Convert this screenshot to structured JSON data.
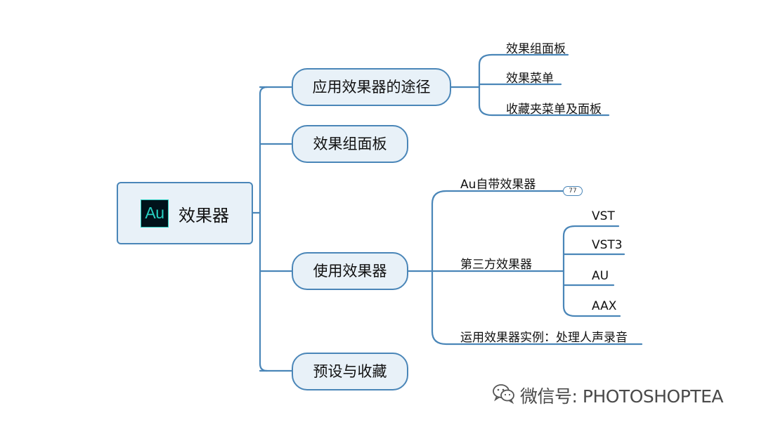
{
  "root": {
    "logo_text": "Au",
    "label": "效果器"
  },
  "branches": {
    "b1": {
      "label": "应用效果器的途径",
      "children": [
        "效果组面板",
        "效果菜单",
        "收藏夹菜单及面板"
      ]
    },
    "b2": {
      "label": "效果组面板"
    },
    "b3": {
      "label": "使用效果器",
      "children": {
        "c1": {
          "label": "Au自带效果器",
          "badge": "77"
        },
        "c2": {
          "label": "第三方效果器",
          "children": [
            "VST",
            "VST3",
            "AU",
            "AAX"
          ]
        },
        "c3": {
          "label": "运用效果器实例：处理人声录音"
        }
      }
    },
    "b4": {
      "label": "预设与收藏"
    }
  },
  "watermark": {
    "text": "微信号: PHOTOSHOPTEA"
  },
  "colors": {
    "line": "#4a86b8",
    "node_fill": "#e8f1f8",
    "au_accent": "#27d0c2",
    "au_background": "#00121a"
  }
}
